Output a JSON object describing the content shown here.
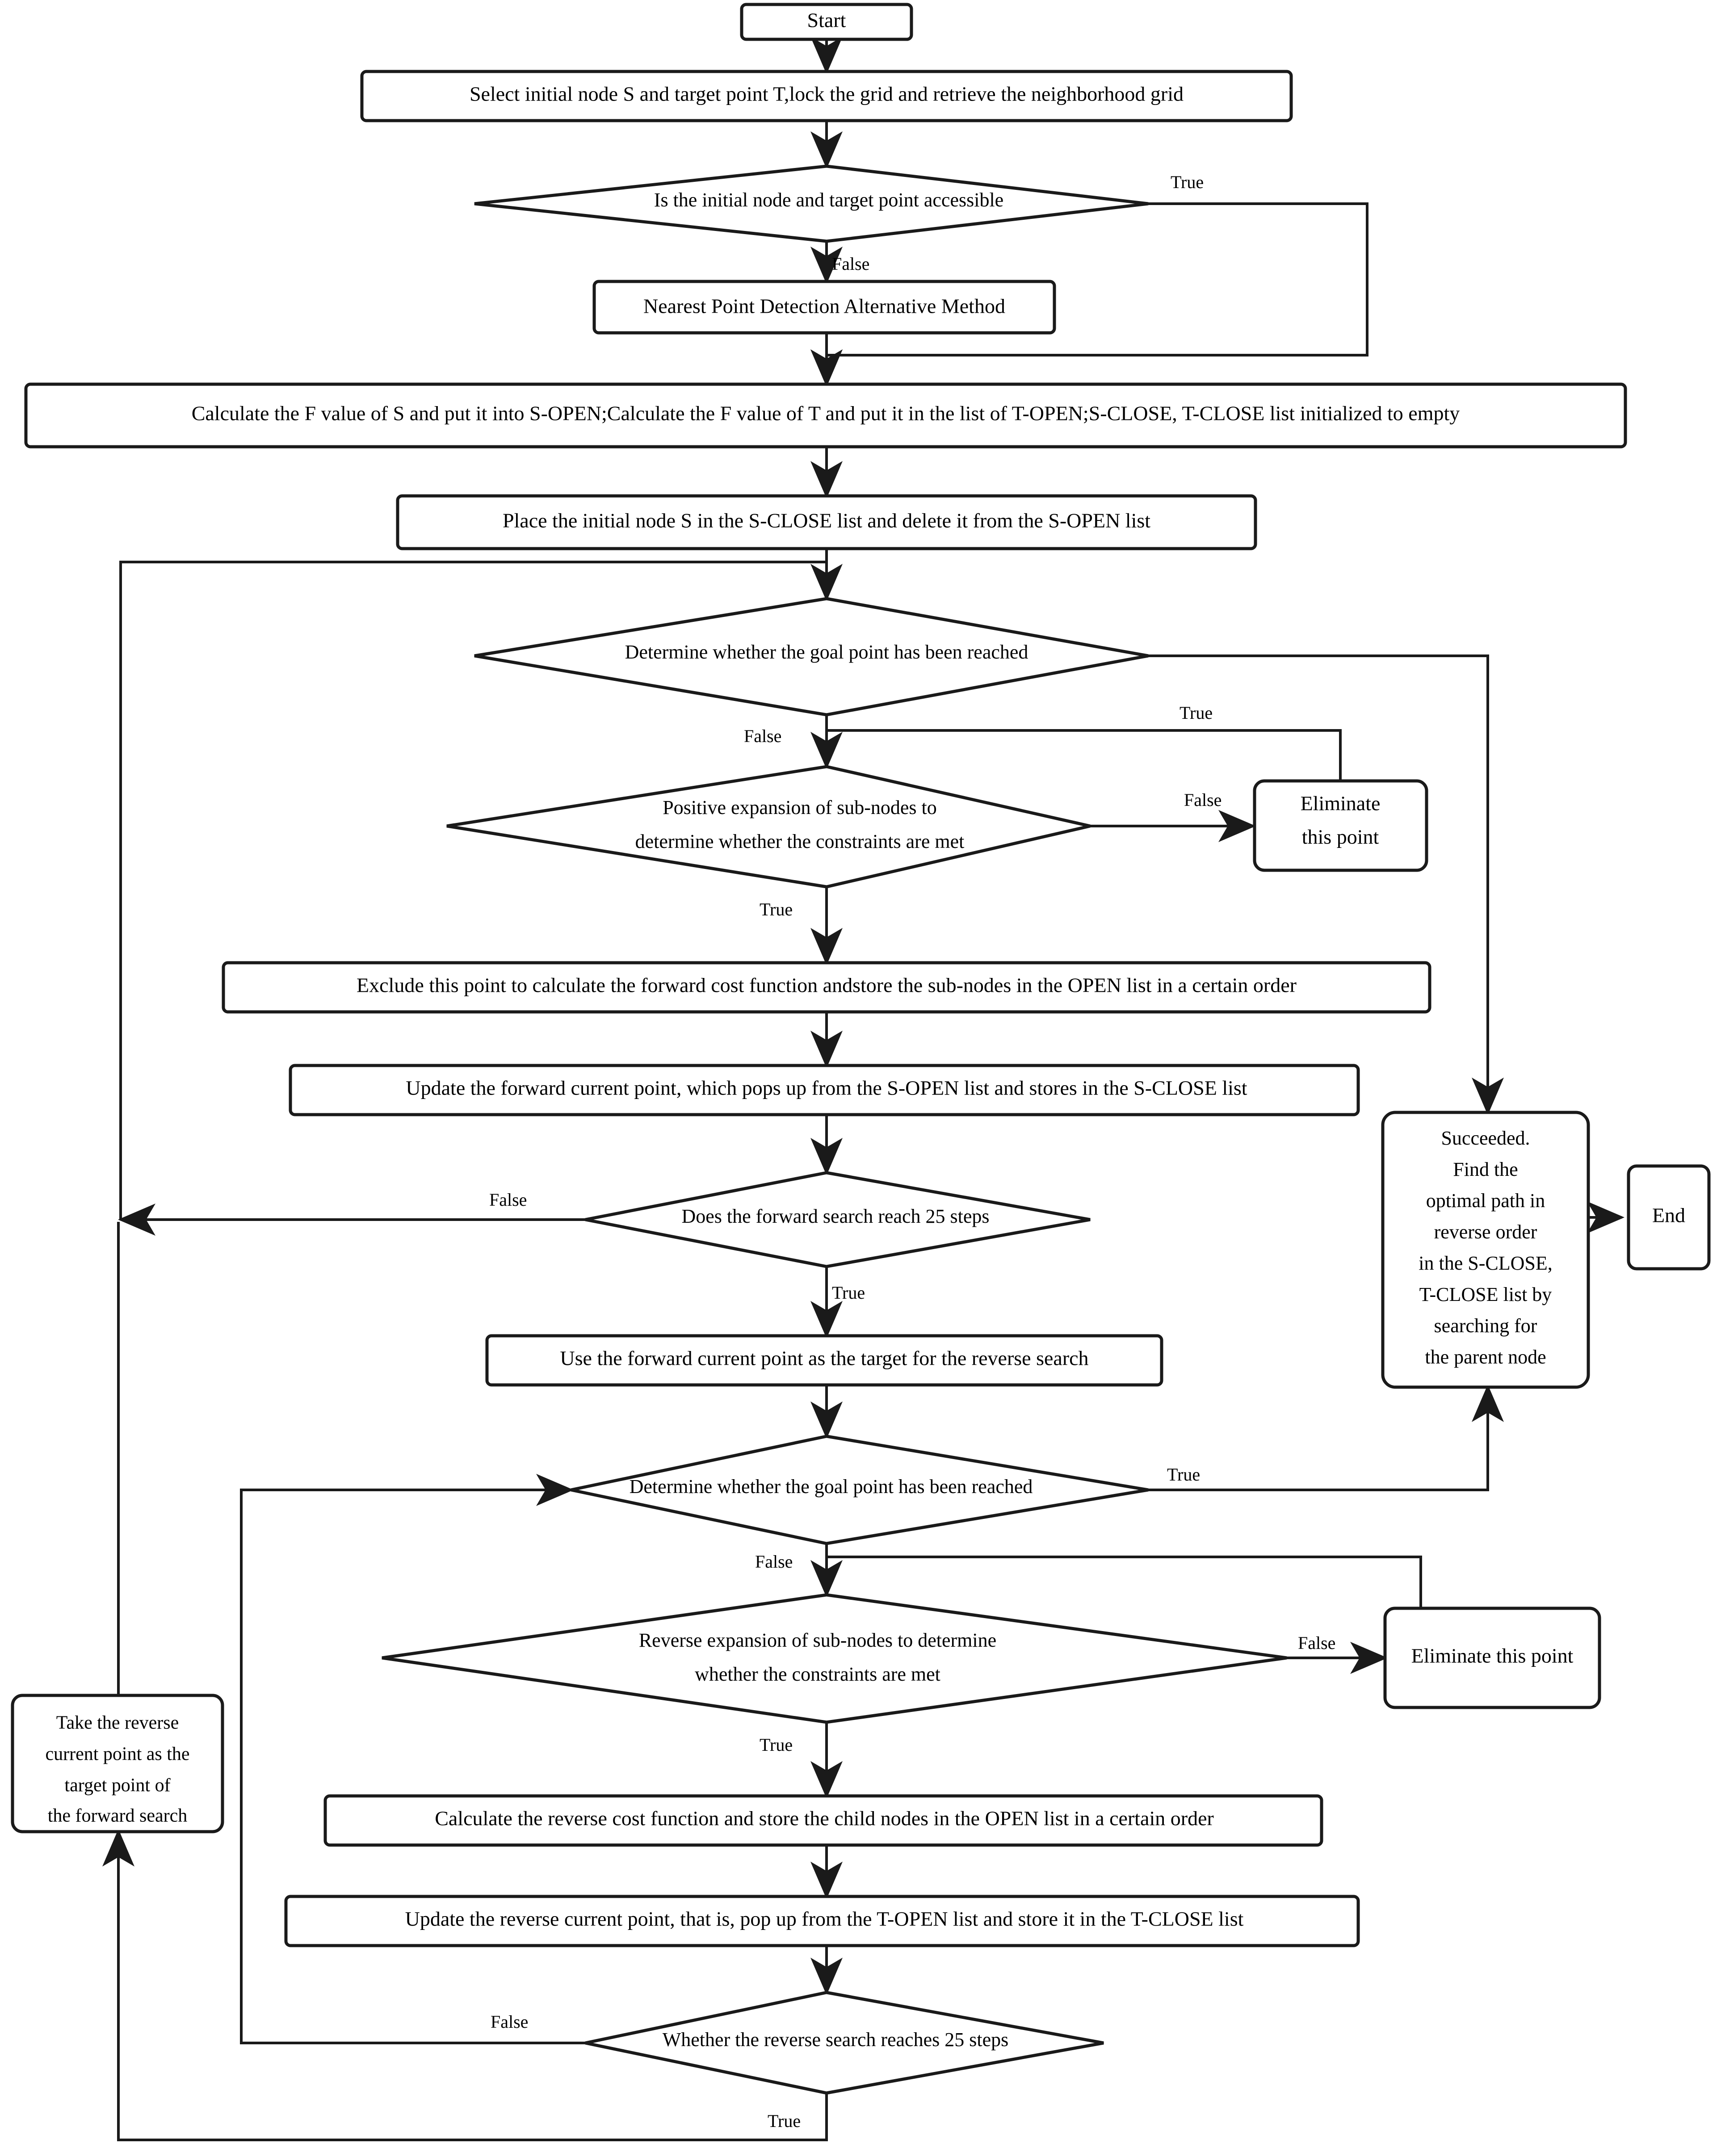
{
  "diagram": {
    "title": "Bidirectional A* path planning flowchart",
    "colors": {
      "stroke": "#1a1a1a",
      "fill": "#ffffff",
      "text": "#000000"
    },
    "nodes": {
      "start": {
        "label": "Start",
        "shape": "rounded-rect"
      },
      "select_nodes": {
        "label": "Select initial node S and target point T,lock the grid and retrieve the neighborhood grid",
        "shape": "rounded-rect"
      },
      "accessible_check": {
        "label": "Is the initial node and target point accessible",
        "shape": "diamond"
      },
      "nearest_point": {
        "label": "Nearest Point Detection Alternative Method",
        "shape": "rounded-rect"
      },
      "calc_f": {
        "label": "Calculate the F value of S and put it into S-OPEN;Calculate the F value of T and put it in the list of T-OPEN;S-CLOSE, T-CLOSE list initialized to empty",
        "shape": "rounded-rect"
      },
      "place_s": {
        "label": "Place the initial node S in the S-CLOSE list and delete it from the S-OPEN list",
        "shape": "rounded-rect"
      },
      "goal_check_fwd": {
        "label": "Determine whether the goal point has been reached",
        "shape": "diamond"
      },
      "pos_expand": {
        "label_line1": "Positive expansion of sub-nodes to",
        "label_line2": "determine whether the constraints are met",
        "shape": "diamond"
      },
      "eliminate_fwd": {
        "label_line1": "Eliminate",
        "label_line2": "this point",
        "shape": "rounded-rect"
      },
      "exclude_point": {
        "label": "Exclude this point to calculate the forward cost function andstore the sub-nodes in the OPEN list in a certain order",
        "shape": "rounded-rect"
      },
      "update_fwd": {
        "label": "Update the forward current point, which pops up from the S-OPEN list and stores in the S-CLOSE list",
        "shape": "rounded-rect"
      },
      "fwd_25_steps": {
        "label": "Does the forward search reach 25 steps",
        "shape": "diamond"
      },
      "use_fwd_target": {
        "label": "Use the forward current point as the target for the reverse search",
        "shape": "rounded-rect"
      },
      "succeeded": {
        "lines": [
          "Succeeded.",
          "Find the",
          "optimal path in",
          "reverse order",
          "in the S-CLOSE,",
          "T-CLOSE list by",
          "searching for",
          "the parent node"
        ],
        "shape": "rounded-rect"
      },
      "end": {
        "label": "End",
        "shape": "rounded-rect"
      },
      "goal_check_rev": {
        "label": "Determine whether the goal point has been reached",
        "shape": "diamond"
      },
      "rev_expand": {
        "label_line1": "Reverse expansion of sub-nodes to determine",
        "label_line2": "whether the constraints are met",
        "shape": "diamond"
      },
      "eliminate_rev": {
        "label": "Eliminate this point",
        "shape": "rounded-rect"
      },
      "calc_rev_cost": {
        "label": "Calculate the reverse cost function and store the child nodes in the OPEN list in a certain order",
        "shape": "rounded-rect"
      },
      "update_rev": {
        "label": "Update the reverse current point, that is, pop up from the T-OPEN list and store it in the T-CLOSE list",
        "shape": "rounded-rect"
      },
      "rev_25_steps": {
        "label": "Whether the reverse search reaches 25 steps",
        "shape": "diamond"
      },
      "take_rev_target": {
        "lines": [
          "Take the reverse",
          "current point as the",
          "target point of",
          "the forward search"
        ],
        "shape": "rounded-rect"
      }
    },
    "edge_labels": {
      "accessible_true": "True",
      "accessible_false": "False",
      "goal_fwd_true": "True",
      "goal_fwd_false": "False",
      "pos_expand_false": "False",
      "pos_expand_true": "True",
      "fwd25_false": "False",
      "fwd25_true": "True",
      "goal_rev_true": "True",
      "goal_rev_false": "False",
      "rev_expand_false": "False",
      "rev_expand_true": "True",
      "rev25_false": "False",
      "rev25_true": "True"
    }
  }
}
